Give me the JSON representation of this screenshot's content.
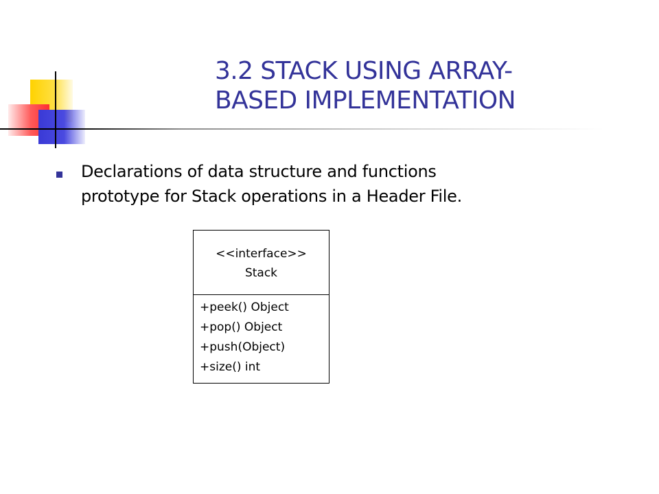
{
  "slide": {
    "title_line1": "3.2 STACK USING ARRAY-",
    "title_line2": "BASED IMPLEMENTATION",
    "bullet_text": "Declarations of data structure and functions\nprototype for Stack operations in a Header File.",
    "accent_color": "#333399"
  },
  "uml": {
    "stereotype": "<<interface>>",
    "class_name": "Stack",
    "methods": [
      "+peek() Object",
      "+pop() Object",
      "+push(Object)",
      "+size() int"
    ]
  },
  "decoration": {
    "colors": [
      "#ffd200",
      "#ff3b3b",
      "#3a3ad6"
    ]
  }
}
